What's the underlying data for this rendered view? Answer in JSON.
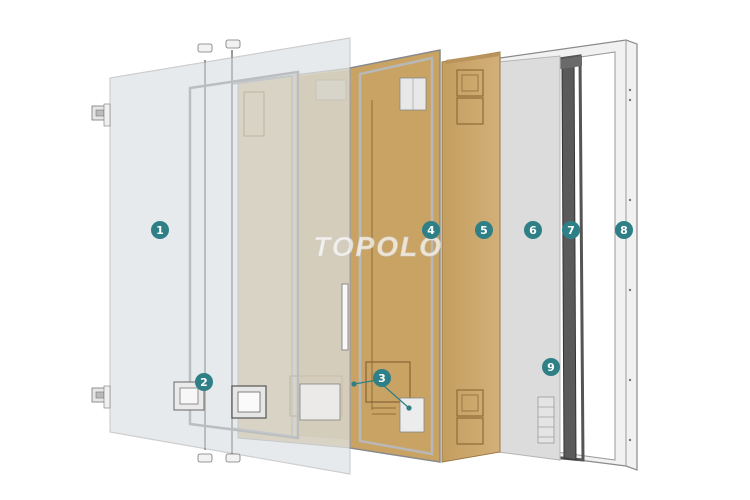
{
  "watermark": "TOPOLO",
  "callouts": [
    "1",
    "2",
    "3",
    "4",
    "5",
    "6",
    "7",
    "8",
    "9"
  ],
  "colors": {
    "callout_fill": "#2f7f86",
    "callout_text": "#ffffff",
    "glass": "#dde2e6",
    "wood": "#c9a56a",
    "wood_dark": "#a88448",
    "frame": "#eeeeee",
    "frame_edge": "#8a8a8a",
    "seal": "#4a4a4a",
    "panel_grey": "#dcdcdc"
  }
}
